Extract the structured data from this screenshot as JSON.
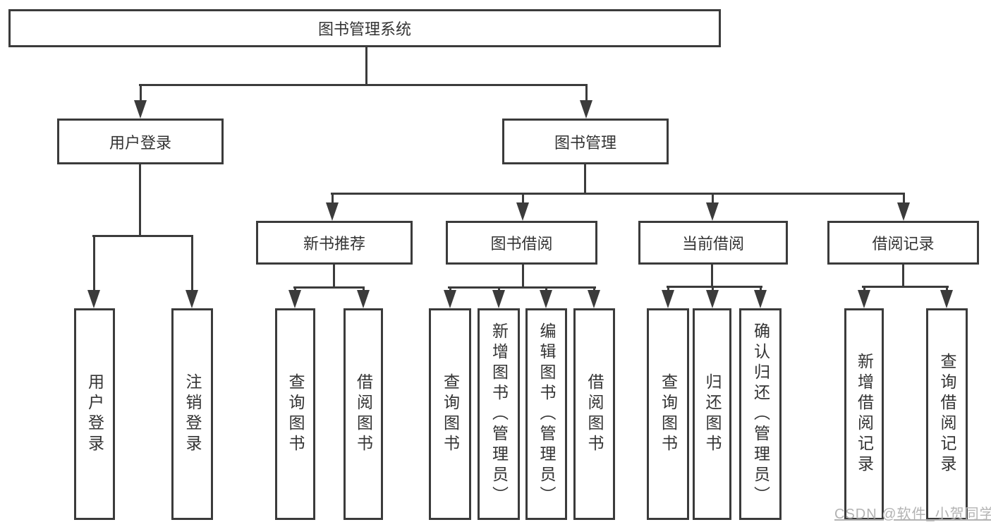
{
  "colors": {
    "line": "#3b3b3b",
    "text": "#333333",
    "watermark": "#b3b3b3"
  },
  "diagram": {
    "root": {
      "label": "图书管理系统"
    },
    "level1": [
      {
        "id": "user-login",
        "label": "用户登录"
      },
      {
        "id": "book-management",
        "label": "图书管理"
      }
    ],
    "level2": [
      {
        "id": "new-book-recommend",
        "label": "新书推荐"
      },
      {
        "id": "book-borrowing",
        "label": "图书借阅"
      },
      {
        "id": "current-borrowing",
        "label": "当前借阅"
      },
      {
        "id": "borrowing-records",
        "label": "借阅记录"
      }
    ],
    "leaves": {
      "user_login": [
        "用户登录",
        "注销登录"
      ],
      "new_book_recommend": [
        "查询图书",
        "借阅图书"
      ],
      "book_borrowing": [
        "查询图书",
        "新增图书（管理员）",
        "编辑图书（管理员）",
        "借阅图书"
      ],
      "current_borrowing": [
        "查询图书",
        "归还图书",
        "确认归还（管理员）"
      ],
      "borrowing_records": [
        "新增借阅记录",
        "查询借阅记录"
      ]
    }
  },
  "watermark": {
    "text": "CSDN @软件_小贺同学"
  }
}
